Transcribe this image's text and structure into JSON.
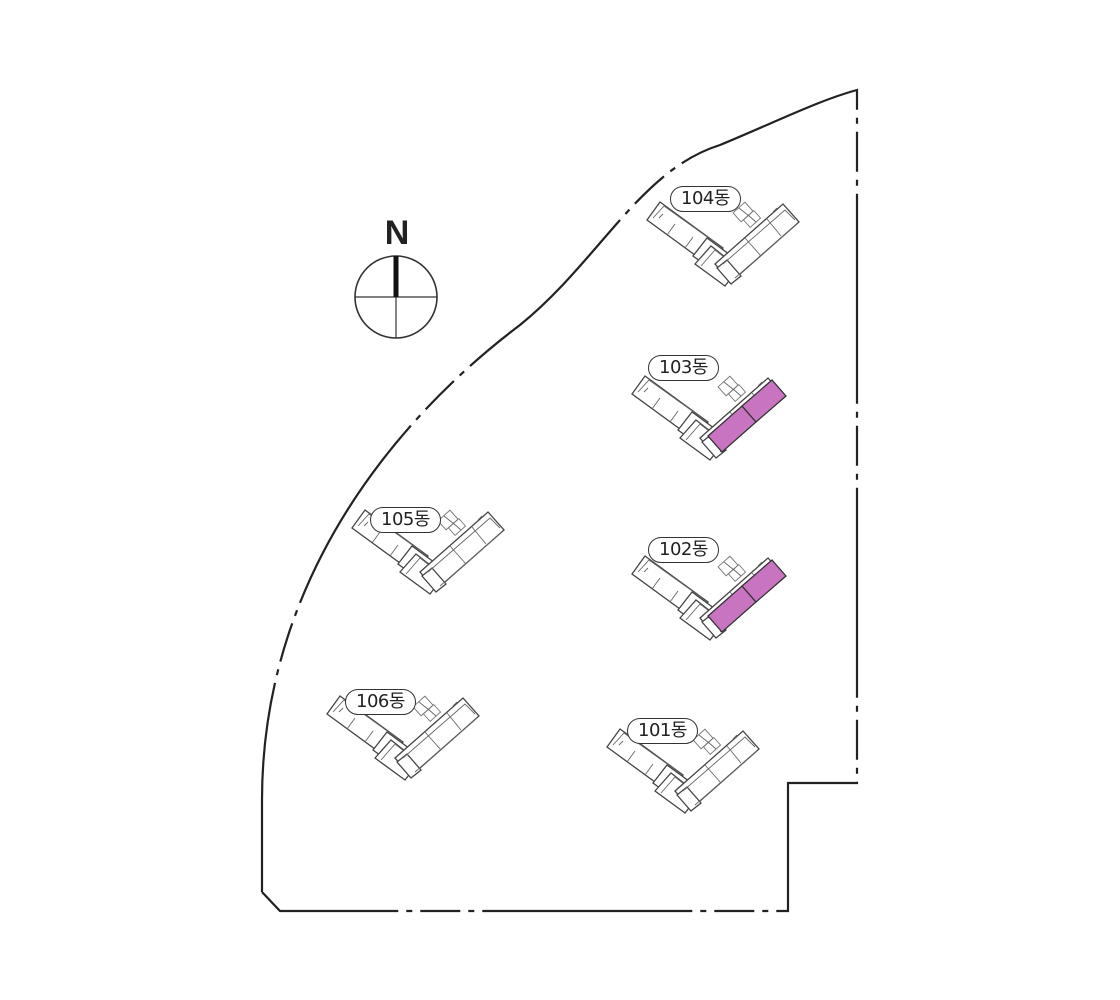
{
  "compass": {
    "label": "N",
    "icon": "north-compass-icon"
  },
  "colors": {
    "highlight": "#c874c0",
    "line": "#333333",
    "background": "#ffffff"
  },
  "buildings": [
    {
      "id": "101",
      "label": "101동",
      "highlighted_units": 0
    },
    {
      "id": "102",
      "label": "102동",
      "highlighted_units": 2
    },
    {
      "id": "103",
      "label": "103동",
      "highlighted_units": 2
    },
    {
      "id": "104",
      "label": "104동",
      "highlighted_units": 0
    },
    {
      "id": "105",
      "label": "105동",
      "highlighted_units": 0
    },
    {
      "id": "106",
      "label": "106동",
      "highlighted_units": 0
    }
  ]
}
